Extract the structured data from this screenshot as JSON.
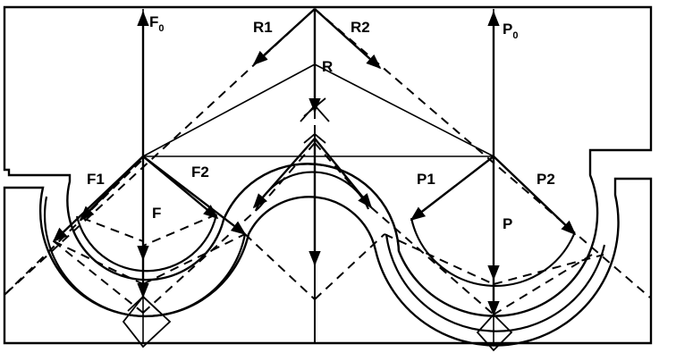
{
  "labels": {
    "f0": "F",
    "f0_sub": "0",
    "p0": "P",
    "p0_sub": "0",
    "r1": "R1",
    "r2": "R2",
    "r": "R",
    "f1": "F1",
    "f2": "F2",
    "f": "F",
    "p1": "P1",
    "p2": "P2",
    "p": "P"
  },
  "colors": {
    "stroke": "#000000",
    "background": "#ffffff"
  }
}
